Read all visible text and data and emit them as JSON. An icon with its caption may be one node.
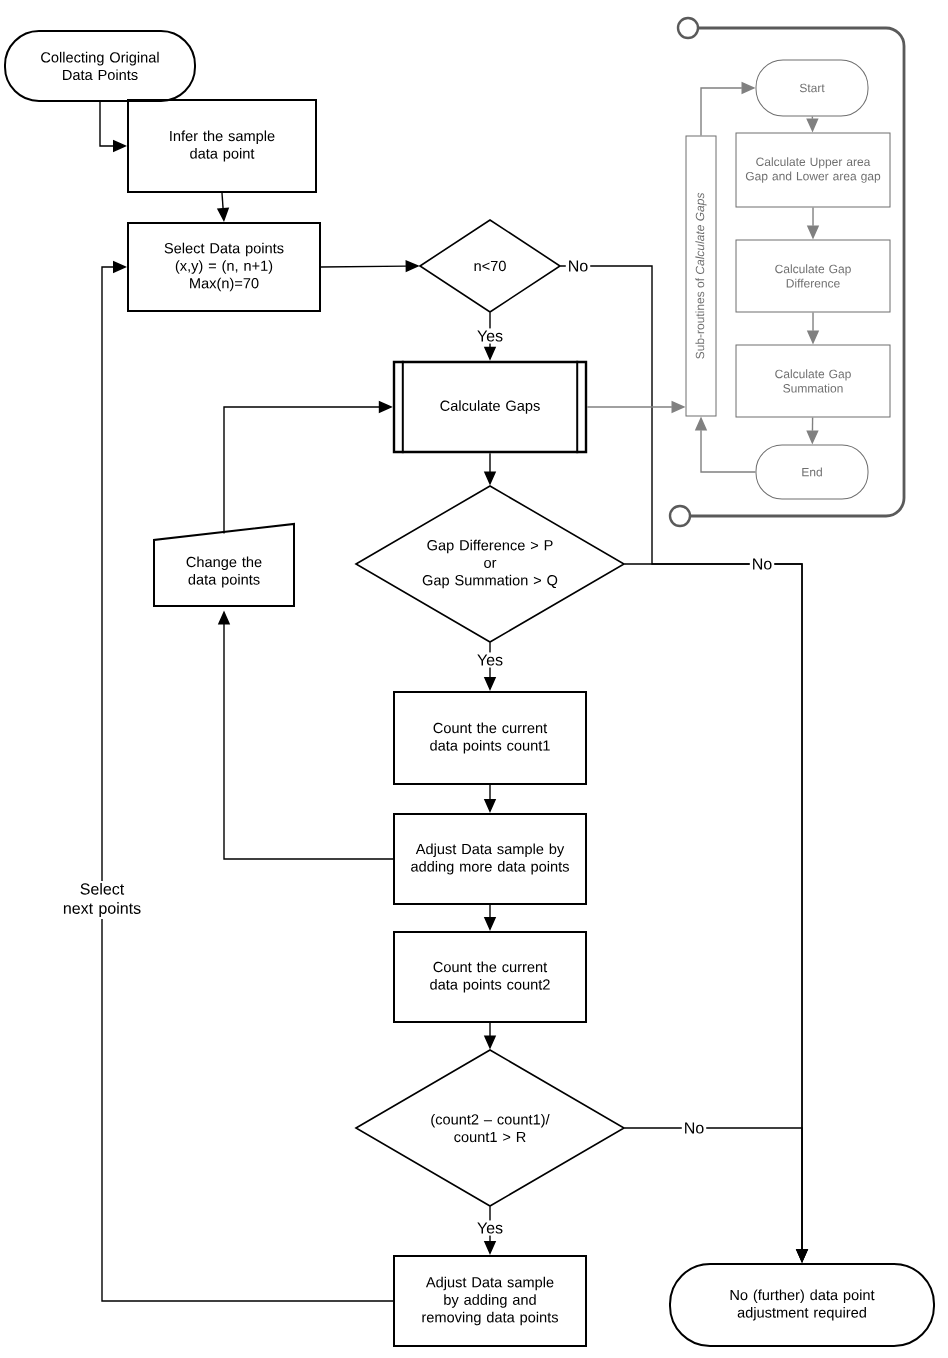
{
  "diagram": {
    "nodes": [
      {
        "text": [
          "Collecting Original Data Points"
        ]
      },
      {
        "text": [
          "Infer the sample data point"
        ]
      },
      {
        "text": [
          "Select Data points",
          "(x,y)  = (n, n+1)",
          "Max(n)=70"
        ]
      },
      {
        "text": [
          "n<70"
        ]
      },
      {
        "text": [
          "Calculate Gaps"
        ]
      },
      {
        "text": [
          "Sub-routines of *Calculate Gaps*"
        ]
      },
      {
        "text": [
          "Start"
        ]
      },
      {
        "text": [
          "Calculate Upper area Gap and Lower area gap"
        ]
      },
      {
        "text": [
          "Calculate Gap Difference"
        ]
      },
      {
        "text": [
          "Calculate Gap Summation"
        ]
      },
      {
        "text": [
          "End"
        ]
      },
      {
        "text": [
          "Change the data points"
        ]
      },
      {
        "text": [
          "Gap Difference > P",
          "or",
          "Gap Summation > Q"
        ]
      },
      {
        "text": [
          "Count the current data points count1"
        ]
      },
      {
        "text": [
          "Adjust Data sample by adding more data points"
        ]
      },
      {
        "text": [
          "Count the current data points count2"
        ]
      },
      {
        "text": [
          "(count2 – count1)/ count1 > R"
        ]
      },
      {
        "text": [
          "Adjust Data sample by adding and removing data points"
        ]
      },
      {
        "text": [
          "No (further) data point adjustment required"
        ]
      }
    ],
    "edges": [
      {
        "from": 0,
        "to": 1,
        "arrow": "to"
      },
      {
        "from": 1,
        "to": 2,
        "arrow": "to"
      },
      {
        "from": 2,
        "to": 3,
        "arrow": "to"
      },
      {
        "from": 3,
        "to": 4,
        "arrow": "to",
        "label": "Yes"
      },
      {
        "from": 3,
        "to": 18,
        "arrow": "to",
        "label": "No"
      },
      {
        "from": 4,
        "to": 5,
        "arrow": "to",
        "color": "#808080"
      },
      {
        "from": 5,
        "to": 6,
        "arrow": "to",
        "color": "#808080"
      },
      {
        "from": 6,
        "to": 7,
        "arrow": "to",
        "color": "#808080"
      },
      {
        "from": 7,
        "to": 8,
        "arrow": "to",
        "color": "#808080"
      },
      {
        "from": 8,
        "to": 9,
        "arrow": "to",
        "color": "#808080"
      },
      {
        "from": 9,
        "to": 10,
        "arrow": "to",
        "color": "#808080"
      },
      {
        "from": 10,
        "to": 5,
        "arrow": "to",
        "color": "#808080"
      },
      {
        "from": 4,
        "to": 12,
        "arrow": "to"
      },
      {
        "from": 12,
        "to": 13,
        "arrow": "to",
        "label": "Yes"
      },
      {
        "from": 12,
        "to": 18,
        "arrow": "to",
        "label": "No"
      },
      {
        "from": 13,
        "to": 14,
        "arrow": "to"
      },
      {
        "from": 14,
        "to": 11,
        "arrow": "to"
      },
      {
        "from": 11,
        "to": 4,
        "arrow": "to"
      },
      {
        "from": 14,
        "to": 15,
        "arrow": "to"
      },
      {
        "from": 15,
        "to": 16,
        "arrow": "to"
      },
      {
        "from": 16,
        "to": 17,
        "arrow": "to",
        "label": "Yes"
      },
      {
        "from": 16,
        "to": 18,
        "arrow": "to",
        "label": "No"
      },
      {
        "from": 17,
        "to": 2,
        "arrow": "to",
        "label": "Select next points"
      }
    ]
  }
}
